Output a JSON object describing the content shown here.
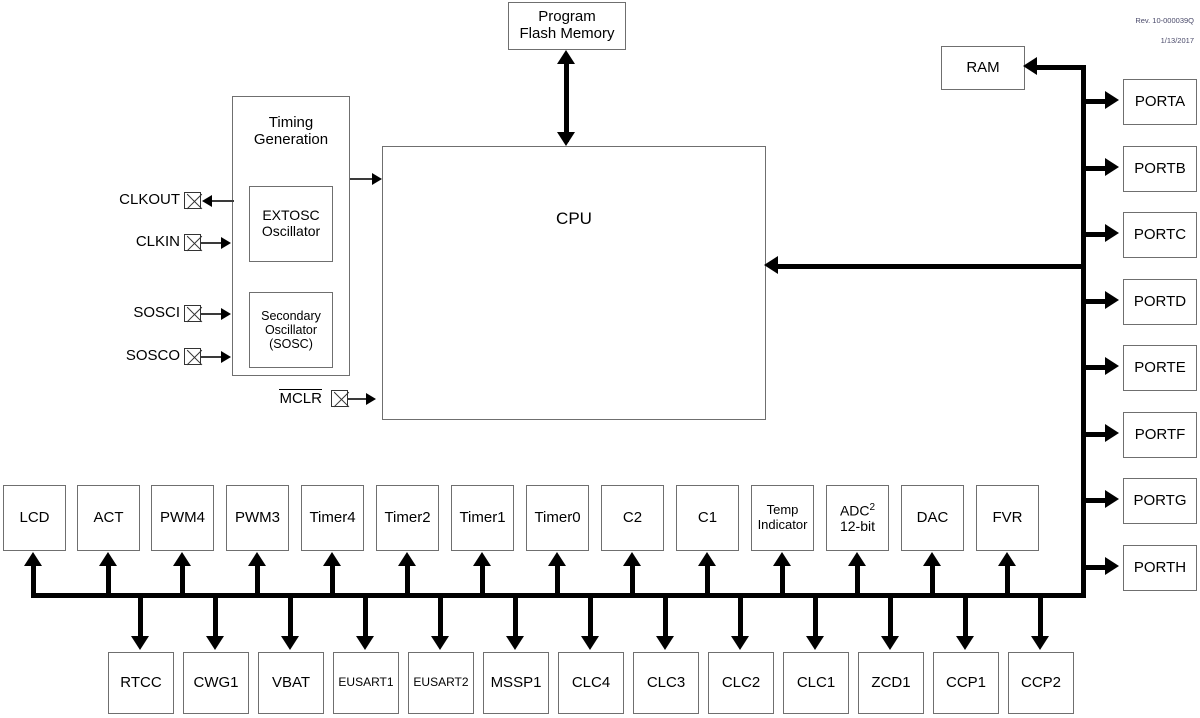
{
  "revision": {
    "line1": "Rev. 10-000039Q",
    "line2": "1/13/2017"
  },
  "core": {
    "cpu": "CPU",
    "program_flash": "Program\nFlash Memory",
    "program_flash_line1": "Program",
    "program_flash_line2": "Flash Memory",
    "ram": "RAM"
  },
  "timing": {
    "title_line1": "Timing",
    "title_line2": "Generation",
    "extosc_line1": "EXTOSC",
    "extosc_line2": "Oscillator",
    "sosc_line1": "Secondary",
    "sosc_line2": "Oscillator",
    "sosc_line3": "(SOSC)"
  },
  "pins": [
    {
      "label": "CLKOUT",
      "direction": "out",
      "overline": false
    },
    {
      "label": "CLKIN",
      "direction": "in",
      "overline": false
    },
    {
      "label": "SOSCI",
      "direction": "in",
      "overline": false
    },
    {
      "label": "SOSCO",
      "direction": "in",
      "overline": false
    },
    {
      "label": "MCLR",
      "direction": "in",
      "overline": true
    }
  ],
  "ports": [
    {
      "label": "PORTA"
    },
    {
      "label": "PORTB"
    },
    {
      "label": "PORTC"
    },
    {
      "label": "PORTD"
    },
    {
      "label": "PORTE"
    },
    {
      "label": "PORTF"
    },
    {
      "label": "PORTG"
    },
    {
      "label": "PORTH"
    }
  ],
  "peripherals_top": [
    {
      "label": "LCD"
    },
    {
      "label": "ACT"
    },
    {
      "label": "PWM4"
    },
    {
      "label": "PWM3"
    },
    {
      "label": "Timer4"
    },
    {
      "label": "Timer2"
    },
    {
      "label": "Timer1"
    },
    {
      "label": "Timer0"
    },
    {
      "label": "C2"
    },
    {
      "label": "C1"
    },
    {
      "label": "Temp Indicator",
      "line1": "Temp",
      "line2": "Indicator",
      "small": true
    },
    {
      "label": "ADC2 12-bit",
      "line1": "ADC",
      "superscript": "2",
      "line2": "12-bit"
    },
    {
      "label": "DAC"
    },
    {
      "label": "FVR"
    }
  ],
  "peripherals_bottom": [
    {
      "label": "RTCC"
    },
    {
      "label": "CWG1"
    },
    {
      "label": "VBAT"
    },
    {
      "label": "EUSART1",
      "small": true
    },
    {
      "label": "EUSART2",
      "small": true
    },
    {
      "label": "MSSP1"
    },
    {
      "label": "CLC4"
    },
    {
      "label": "CLC3"
    },
    {
      "label": "CLC2"
    },
    {
      "label": "CLC1"
    },
    {
      "label": "ZCD1"
    },
    {
      "label": "CCP1"
    },
    {
      "label": "CCP2"
    }
  ],
  "colors": {
    "line": "#000000",
    "box_border": "#6f6f6f",
    "background": "#ffffff",
    "revision_text": "#4a4a6a"
  }
}
